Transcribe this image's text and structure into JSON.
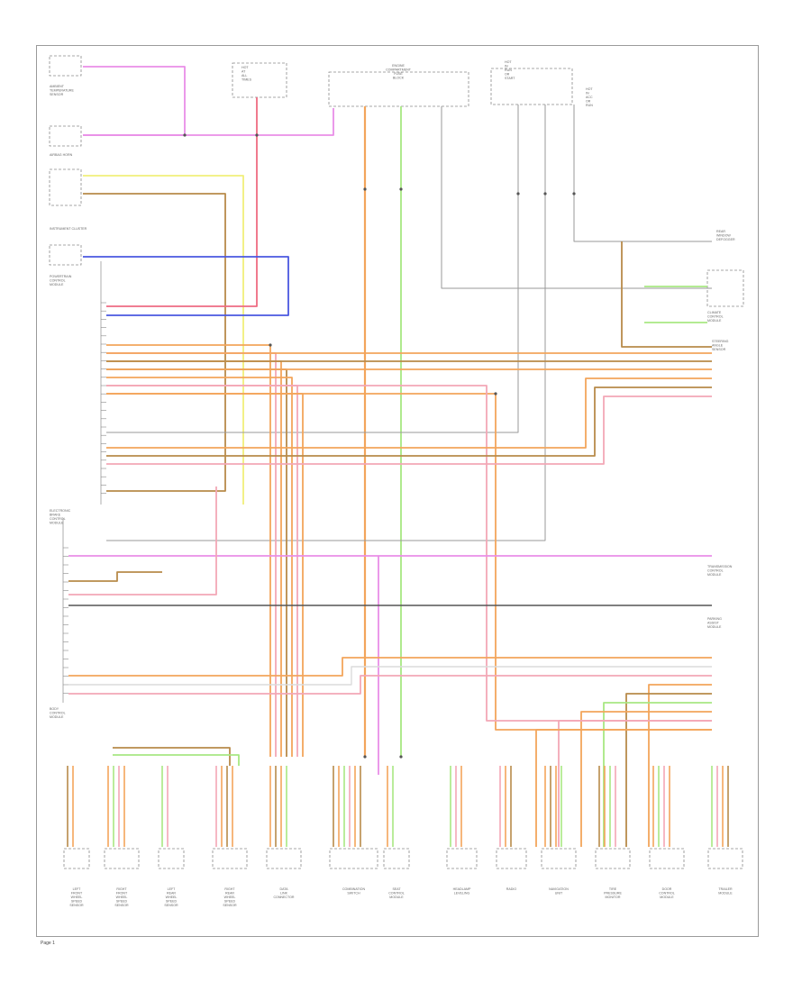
{
  "diagram": {
    "page_label": "Page 1",
    "colors": {
      "violet": "#e98ee8",
      "pink": "#f3a7b6",
      "red": "#ee6b82",
      "orange": "#f3a55b",
      "brown": "#b88b4a",
      "yellow": "#f0ef7a",
      "green": "#a8e882",
      "blue": "#4a57e0",
      "gray": "#9a9a9a",
      "black": "#555555",
      "white": "#dcdcdc"
    },
    "top_components": [
      {
        "id": "ambient-sensor",
        "label": "AMBIENT TEMPERATURE SENSOR"
      },
      {
        "id": "airbag-horn",
        "label": "AIRBAG HORN"
      },
      {
        "id": "instrument-cluster",
        "label": "INSTRUMENT CLUSTER"
      },
      {
        "id": "fuse-hot-run",
        "label": "HOT AT ALL TIMES"
      },
      {
        "id": "engine-junction",
        "label": "ENGINE COMPARTMENT FUSE BLOCK"
      },
      {
        "id": "fuse-hot-start",
        "label": "HOT IN RUN OR START"
      },
      {
        "id": "fuse-hot-acc",
        "label": "HOT IN ACC OR RUN"
      }
    ],
    "modules": [
      {
        "id": "powertrain-control",
        "label": "POWERTRAIN CONTROL MODULE"
      },
      {
        "id": "electronic-brake",
        "label": "ELECTRONIC BRAKE CONTROL MODULE"
      },
      {
        "id": "body-control",
        "label": "BODY CONTROL MODULE"
      }
    ],
    "right_components": [
      {
        "id": "rear-window-defog",
        "label": "REAR WINDOW DEFOGGER"
      },
      {
        "id": "climate-control",
        "label": "CLIMATE CONTROL MODULE"
      },
      {
        "id": "steering-angle",
        "label": "STEERING ANGLE SENSOR"
      },
      {
        "id": "trans-control",
        "label": "TRANSMISSION CONTROL MODULE"
      },
      {
        "id": "parking-sensor",
        "label": "PARKING ASSIST MODULE"
      }
    ],
    "bottom_components": [
      {
        "id": "lf-wheel-speed",
        "label": "LEFT FRONT WHEEL SPEED SENSOR"
      },
      {
        "id": "rf-wheel-speed",
        "label": "RIGHT FRONT WHEEL SPEED SENSOR"
      },
      {
        "id": "lr-wheel-speed",
        "label": "LEFT REAR WHEEL SPEED SENSOR"
      },
      {
        "id": "rr-wheel-speed",
        "label": "RIGHT REAR WHEEL SPEED SENSOR"
      },
      {
        "id": "data-link",
        "label": "DATA LINK CONNECTOR"
      },
      {
        "id": "combination-sw",
        "label": "COMBINATION SWITCH"
      },
      {
        "id": "seat-module",
        "label": "SEAT CONTROL MODULE"
      },
      {
        "id": "headlamp",
        "label": "HEADLAMP LEVELING"
      },
      {
        "id": "radio",
        "label": "RADIO"
      },
      {
        "id": "navigation",
        "label": "NAVIGATION UNIT"
      },
      {
        "id": "tpms",
        "label": "TIRE PRESSURE MONITOR"
      },
      {
        "id": "door-module",
        "label": "DOOR CONTROL MODULE"
      },
      {
        "id": "trailer-module",
        "label": "TRAILER MODULE"
      }
    ]
  }
}
